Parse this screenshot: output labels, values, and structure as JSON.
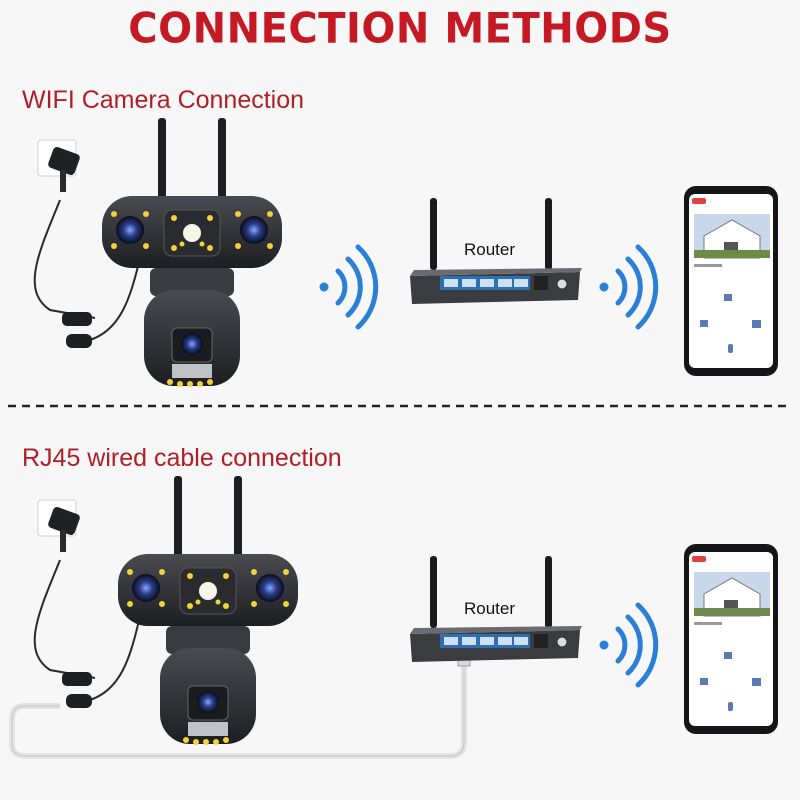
{
  "title": "CONNECTION METHODS",
  "sections": [
    {
      "heading": "WIFI Camera Connection",
      "router_label": "Router"
    },
    {
      "heading": "RJ45 wired cable connection",
      "router_label": "Router"
    }
  ],
  "colors": {
    "title": "#c51a24",
    "heading": "#b21e25",
    "signal": "#2a7fd6",
    "camera_body": "#2b2c30",
    "router_ports": "#2d6fb0"
  },
  "icons": [
    "power-outlet-icon",
    "wifi-signal-icon",
    "smartphone-icon",
    "router-icon",
    "camera-icon"
  ]
}
